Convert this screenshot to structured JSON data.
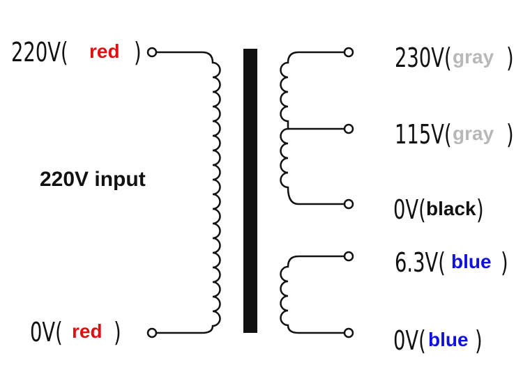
{
  "colors": {
    "red": "#dd1111",
    "gray": "#b8b8b8",
    "black": "#111111",
    "blue": "#1111dd"
  },
  "primary": {
    "top": {
      "voltage": "220V(",
      "wire": "red",
      "close": ")"
    },
    "bottom": {
      "voltage": "0V(",
      "wire": "red",
      "close": ")"
    },
    "title": "220V input"
  },
  "secondary": [
    {
      "voltage": "230V(",
      "wire": "gray",
      "close": ")"
    },
    {
      "voltage": "115V(",
      "wire": "gray",
      "close": ")"
    },
    {
      "voltage": "0V(",
      "wire": "black",
      "close": ")"
    },
    {
      "voltage": "6.3V(",
      "wire": "blue",
      "close": ")"
    },
    {
      "voltage": "0V(",
      "wire": "blue",
      "close": ")"
    }
  ]
}
